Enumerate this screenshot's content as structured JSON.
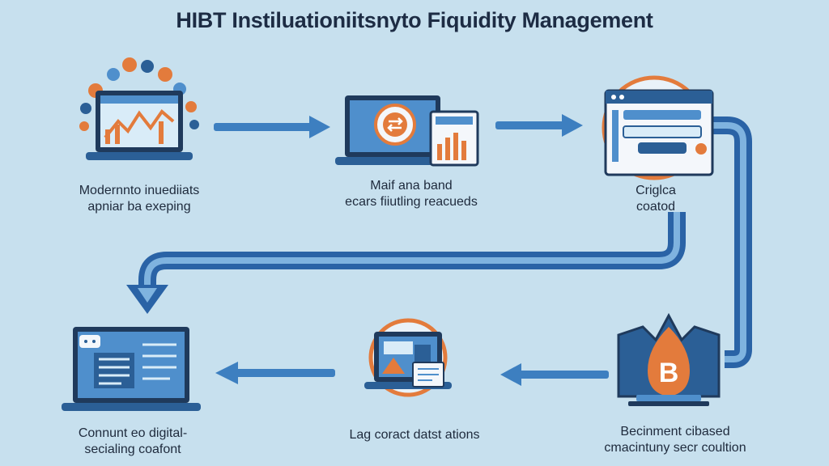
{
  "title": "HIBT Instiluationiitsnyto Fiquidity Management",
  "steps": [
    {
      "id": "step1",
      "icon": "laptop-chart-icon",
      "line1": "Modernnto inuediiats",
      "line2": "apniar ba exeping"
    },
    {
      "id": "step2",
      "icon": "laptop-exchange-icon",
      "line1": "Maif ana band",
      "line2": "ecars fiiutling reacueds"
    },
    {
      "id": "step3",
      "icon": "browser-window-icon",
      "line1": "Criglca",
      "line2": "coatod"
    },
    {
      "id": "step4",
      "icon": "bitcoin-shield-icon",
      "line1": "Becinment cibased",
      "line2": "cmacintuny secr coultion"
    },
    {
      "id": "step5",
      "icon": "laptop-warning-icon",
      "line1": "Lag coract datst ations",
      "line2": ""
    },
    {
      "id": "step6",
      "icon": "laptop-document-icon",
      "line1": "Connunt eo digital-",
      "line2": "secialing coafont"
    }
  ],
  "colors": {
    "background": "#c7e0ee",
    "arrow": "#3d7fc0",
    "laptop": "#2b5f96",
    "screen": "#4f8fcc",
    "accent_orange": "#e37b3c",
    "outline": "#1f3a5c"
  }
}
